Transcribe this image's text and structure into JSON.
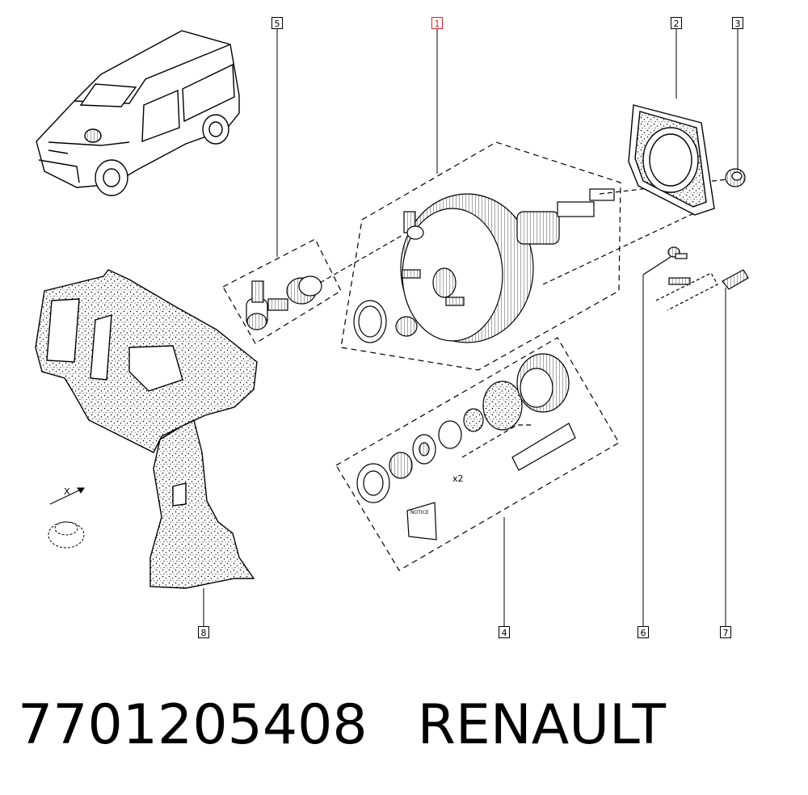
{
  "callouts": [
    {
      "num": "1",
      "highlight": true
    },
    {
      "num": "2",
      "highlight": false
    },
    {
      "num": "3",
      "highlight": false
    },
    {
      "num": "4",
      "highlight": false
    },
    {
      "num": "5",
      "highlight": false
    },
    {
      "num": "6",
      "highlight": false
    },
    {
      "num": "7",
      "highlight": false
    },
    {
      "num": "8",
      "highlight": false
    }
  ],
  "labels": {
    "multiplier": "x2",
    "notice": "NOTICE",
    "x_mark": "X"
  },
  "footer": {
    "part_number": "7701205408",
    "brand": "RENAULT"
  },
  "colors": {
    "ink": "#000000",
    "highlight": "#d9232d"
  }
}
